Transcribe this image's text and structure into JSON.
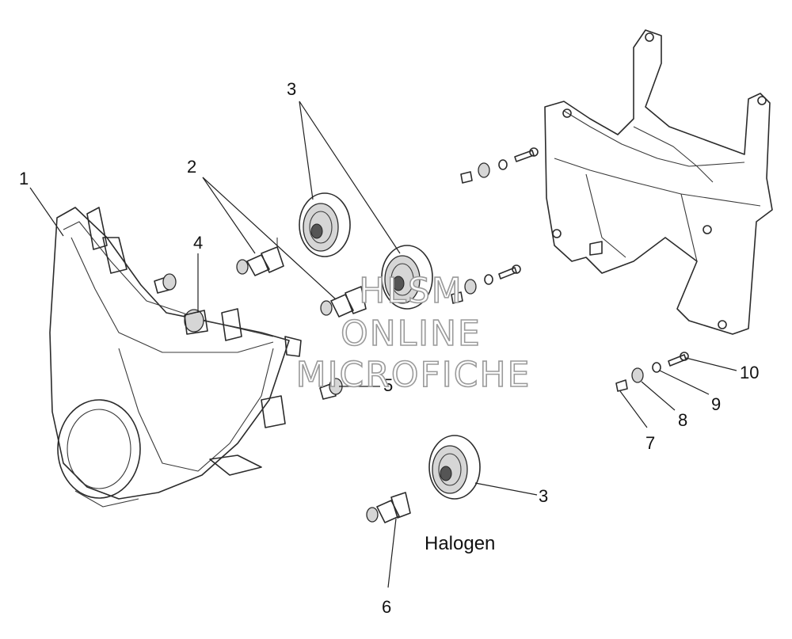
{
  "callouts": [
    {
      "label": "1"
    },
    {
      "label": "2"
    },
    {
      "label": "3"
    },
    {
      "label": "3"
    },
    {
      "label": "4"
    },
    {
      "label": "5"
    },
    {
      "label": "6"
    },
    {
      "label": "7"
    },
    {
      "label": "8"
    },
    {
      "label": "9"
    },
    {
      "label": "10"
    }
  ],
  "caption": "Halogen",
  "watermark": {
    "line1": "HLSM",
    "line2": "ONLINE",
    "line3": "MICROFICHE"
  }
}
